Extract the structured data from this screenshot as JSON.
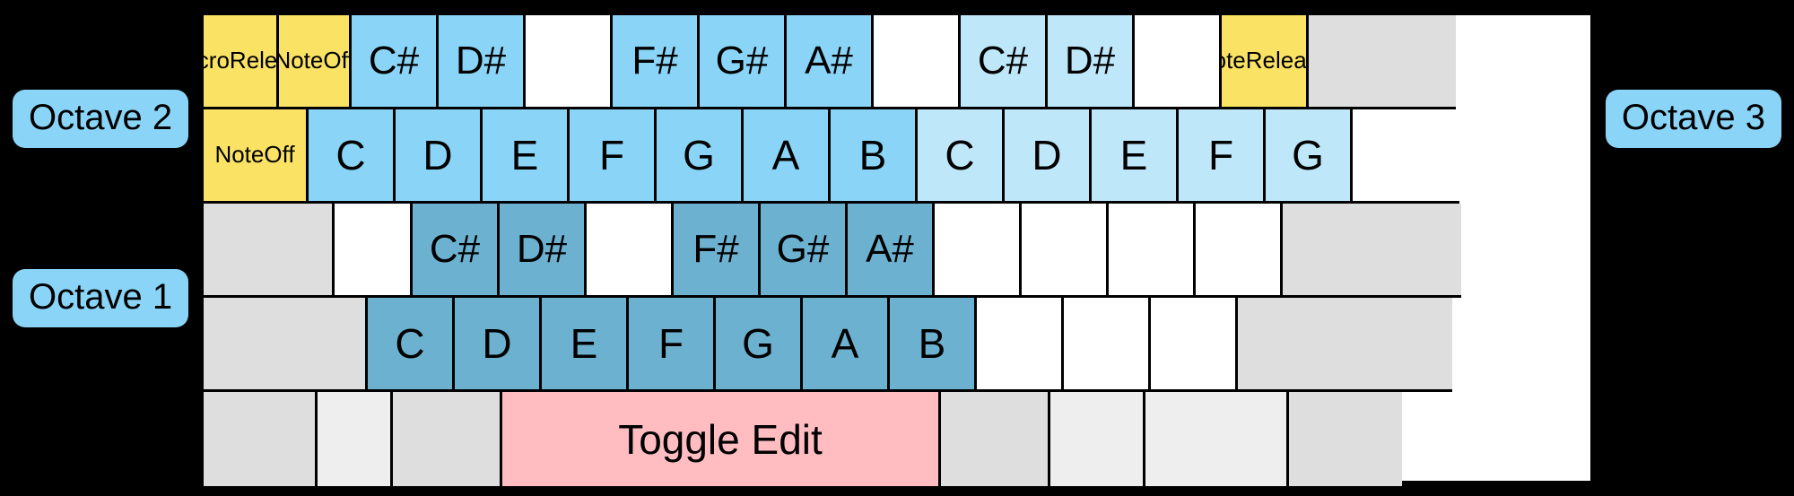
{
  "labels": {
    "octave_left_top": "Octave 2",
    "octave_left_bottom": "Octave 1",
    "octave_right": "Octave 3"
  },
  "colors": {
    "yellow": "#fae364",
    "blue": "#8ad5f7",
    "blue_light": "#bfe7fa",
    "blue_dark": "#6cb2d0",
    "pink": "#ffbdc2",
    "gray": "#dedede",
    "gray_light": "#eeeeee",
    "white": "#ffffff",
    "border": "#000000",
    "background": "#000000"
  },
  "rows": [
    {
      "name": "row-1-octave2-sharps",
      "cells": [
        {
          "label": "Macro Release",
          "fill": "yellow",
          "size": "small",
          "lines": [
            "Macro",
            "Release"
          ]
        },
        {
          "label": "Note Off",
          "fill": "yellow",
          "size": "small",
          "lines": [
            "Note",
            "Off"
          ]
        },
        {
          "label": "C#",
          "fill": "blue",
          "size": "big"
        },
        {
          "label": "D#",
          "fill": "blue",
          "size": "big"
        },
        {
          "label": "",
          "fill": "white",
          "size": "big"
        },
        {
          "label": "F#",
          "fill": "blue",
          "size": "big"
        },
        {
          "label": "G#",
          "fill": "blue",
          "size": "big"
        },
        {
          "label": "A#",
          "fill": "blue",
          "size": "big"
        },
        {
          "label": "",
          "fill": "white",
          "size": "big"
        },
        {
          "label": "C#",
          "fill": "blue_light",
          "size": "big"
        },
        {
          "label": "D#",
          "fill": "blue_light",
          "size": "big"
        },
        {
          "label": "",
          "fill": "white",
          "size": "big"
        },
        {
          "label": "Note Release",
          "fill": "yellow",
          "size": "small",
          "lines": [
            "Note",
            "Release"
          ]
        },
        {
          "label": "",
          "fill": "gray",
          "size": "big"
        }
      ]
    },
    {
      "name": "row-2-octave2-naturals",
      "cells": [
        {
          "label": "Note Off",
          "fill": "yellow",
          "size": "small",
          "lines": [
            "Note",
            "Off"
          ]
        },
        {
          "label": "C",
          "fill": "blue",
          "size": "note"
        },
        {
          "label": "D",
          "fill": "blue",
          "size": "note"
        },
        {
          "label": "E",
          "fill": "blue",
          "size": "note"
        },
        {
          "label": "F",
          "fill": "blue",
          "size": "note"
        },
        {
          "label": "G",
          "fill": "blue",
          "size": "note"
        },
        {
          "label": "A",
          "fill": "blue",
          "size": "note"
        },
        {
          "label": "B",
          "fill": "blue",
          "size": "note"
        },
        {
          "label": "C",
          "fill": "blue_light",
          "size": "note"
        },
        {
          "label": "D",
          "fill": "blue_light",
          "size": "note"
        },
        {
          "label": "E",
          "fill": "blue_light",
          "size": "note"
        },
        {
          "label": "F",
          "fill": "blue_light",
          "size": "note"
        },
        {
          "label": "G",
          "fill": "blue_light",
          "size": "note"
        },
        {
          "label": "",
          "fill": "white",
          "size": "note"
        }
      ]
    },
    {
      "name": "row-3-octave1-sharps",
      "cells": [
        {
          "label": "",
          "fill": "gray",
          "size": "big"
        },
        {
          "label": "",
          "fill": "white",
          "size": "big"
        },
        {
          "label": "C#",
          "fill": "blue_dark",
          "size": "big"
        },
        {
          "label": "D#",
          "fill": "blue_dark",
          "size": "big"
        },
        {
          "label": "",
          "fill": "white",
          "size": "big"
        },
        {
          "label": "F#",
          "fill": "blue_dark",
          "size": "big"
        },
        {
          "label": "G#",
          "fill": "blue_dark",
          "size": "big"
        },
        {
          "label": "A#",
          "fill": "blue_dark",
          "size": "big"
        },
        {
          "label": "",
          "fill": "white",
          "size": "big"
        },
        {
          "label": "",
          "fill": "white",
          "size": "big"
        },
        {
          "label": "",
          "fill": "white",
          "size": "big"
        },
        {
          "label": "",
          "fill": "white",
          "size": "big"
        },
        {
          "label": "",
          "fill": "gray",
          "size": "big"
        }
      ]
    },
    {
      "name": "row-4-octave1-naturals",
      "cells": [
        {
          "label": "",
          "fill": "gray",
          "size": "big"
        },
        {
          "label": "C",
          "fill": "blue_dark",
          "size": "note"
        },
        {
          "label": "D",
          "fill": "blue_dark",
          "size": "note"
        },
        {
          "label": "E",
          "fill": "blue_dark",
          "size": "note"
        },
        {
          "label": "F",
          "fill": "blue_dark",
          "size": "note"
        },
        {
          "label": "G",
          "fill": "blue_dark",
          "size": "note"
        },
        {
          "label": "A",
          "fill": "blue_dark",
          "size": "note"
        },
        {
          "label": "B",
          "fill": "blue_dark",
          "size": "note"
        },
        {
          "label": "",
          "fill": "white",
          "size": "big"
        },
        {
          "label": "",
          "fill": "white",
          "size": "big"
        },
        {
          "label": "",
          "fill": "white",
          "size": "big"
        },
        {
          "label": "",
          "fill": "gray",
          "size": "big"
        }
      ]
    },
    {
      "name": "row-5-modifiers",
      "cells": [
        {
          "label": "",
          "fill": "gray",
          "size": "big"
        },
        {
          "label": "",
          "fill": "gray_light",
          "size": "big"
        },
        {
          "label": "",
          "fill": "gray",
          "size": "big"
        },
        {
          "label": "Toggle Edit",
          "fill": "pink",
          "size": "note"
        },
        {
          "label": "",
          "fill": "gray",
          "size": "big"
        },
        {
          "label": "",
          "fill": "gray_light",
          "size": "big"
        },
        {
          "label": "",
          "fill": "gray_light",
          "size": "big"
        },
        {
          "label": "",
          "fill": "gray",
          "size": "big"
        }
      ]
    }
  ],
  "row_widths": [
    [
      84,
      81,
      97,
      97,
      97,
      97,
      97,
      97,
      97,
      97,
      97,
      97,
      97,
      164
    ],
    [
      117,
      97,
      97,
      97,
      97,
      97,
      97,
      97,
      97,
      97,
      97,
      97,
      97,
      119
    ],
    [
      146,
      87,
      97,
      97,
      97,
      97,
      97,
      97,
      97,
      97,
      97,
      97,
      199
    ],
    [
      183,
      97,
      97,
      97,
      97,
      97,
      97,
      97,
      97,
      97,
      97,
      239
    ],
    [
      127,
      84,
      122,
      489,
      122,
      106,
      160,
      126
    ]
  ]
}
